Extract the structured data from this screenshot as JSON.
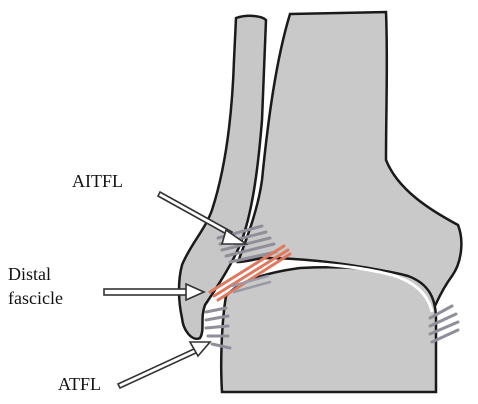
{
  "labels": {
    "aitfl": "AITFL",
    "distal_line1": "Distal",
    "distal_line2": "fascicle",
    "atfl": "ATFL"
  },
  "colors": {
    "bone_fill": "#c9c9c9",
    "bone_stroke": "#1a1a1a",
    "ligament": "#8f8f9a",
    "fascicle": "#e0785e",
    "arrow_fill": "#ffffff",
    "arrow_stroke": "#333333"
  }
}
